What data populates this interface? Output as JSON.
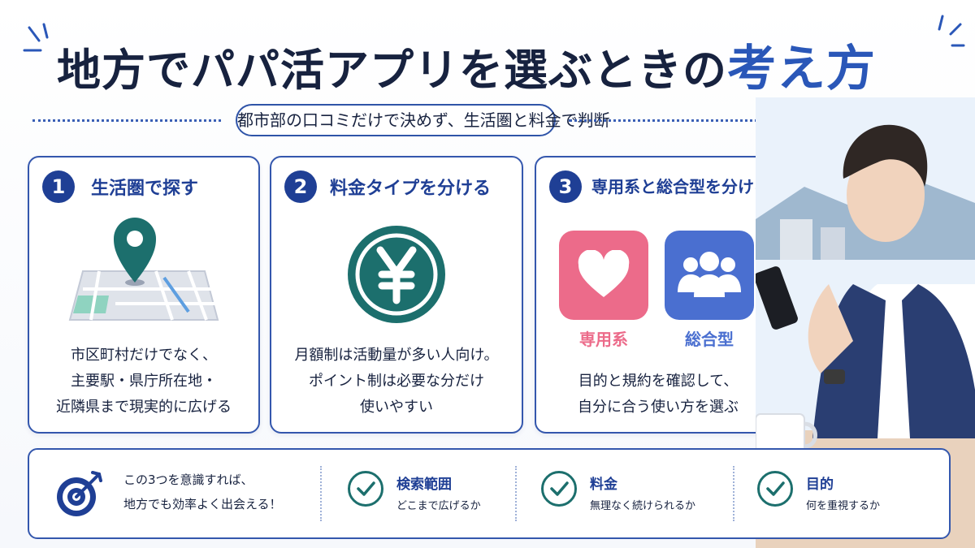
{
  "title": {
    "main": "地方でパパ活アプリを選ぶときの",
    "accent": "考え方"
  },
  "subtitle": "都市部の口コミだけで決めず、生活圏と料金で判断",
  "cards": [
    {
      "number": "1",
      "title": "生活圏で探す",
      "icon": "map-pin-icon",
      "lines": [
        "市区町村だけでなく、",
        "主要駅・県庁所在地・",
        "近隣県まで現実的に広げる"
      ]
    },
    {
      "number": "2",
      "title": "料金タイプを分ける",
      "icon": "yen-coin-icon",
      "lines": [
        "月額制は活動量が多い人向け。",
        "ポイント制は必要な分だけ",
        "使いやすい"
      ]
    },
    {
      "number": "3",
      "title": "専用系と総合型を分ける",
      "tiles": [
        {
          "label": "専用系",
          "icon": "heart-icon",
          "color": "#ec6b8a"
        },
        {
          "label": "総合型",
          "icon": "group-icon",
          "color": "#4a6fd0"
        }
      ],
      "lines": [
        "目的と規約を確認して、",
        "自分に合う使い方を選ぶ"
      ]
    }
  ],
  "bottom": {
    "message": [
      "この3つを意識すれば、",
      "地方でも効率よく出会える！"
    ],
    "items": [
      {
        "title": "検索範囲",
        "sub": "どこまで広げるか"
      },
      {
        "title": "料金",
        "sub": "無理なく続けられるか"
      },
      {
        "title": "目的",
        "sub": "何を重視するか"
      }
    ]
  },
  "colors": {
    "navy": "#17223f",
    "blue": "#1f3f95",
    "teal": "#1c6f6d",
    "pink": "#ec6b8a",
    "tileBlue": "#4a6fd0"
  }
}
